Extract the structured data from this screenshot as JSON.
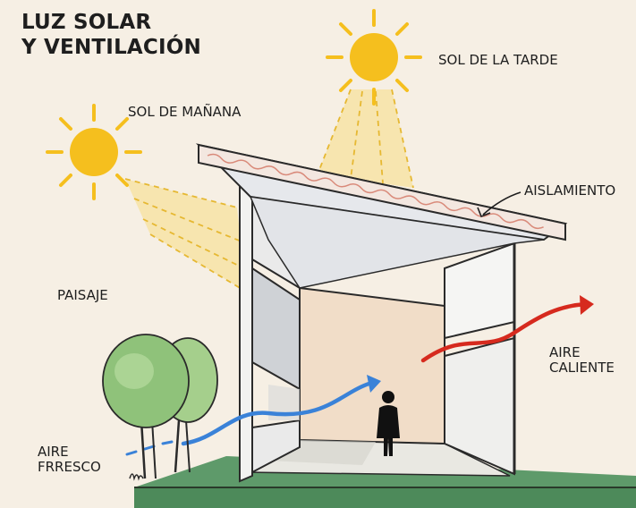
{
  "title": {
    "line1": "LUZ SOLAR",
    "line2": "Y VENTILACIÓN"
  },
  "labels": {
    "afternoon_sun": "SOL DE LA TARDE",
    "morning_sun": "SOL DE MAÑANA",
    "insulation": "AISLAMIENTO",
    "landscape": "PAISAJE",
    "warm_air": {
      "line1": "AIRE",
      "line2": "CALIENTE"
    },
    "fresh_air": {
      "line1": "AIRE",
      "line2": "FRRESCO"
    }
  },
  "colors": {
    "sun": "#f5bf1e",
    "cool_air_arrow": "#3a82d8",
    "warm_air_arrow": "#d62a1e",
    "ground": "#5e9a6a",
    "roof": "#e6e8ec",
    "back_wall": "#f1ddc8",
    "tree": "#8fc27a"
  }
}
